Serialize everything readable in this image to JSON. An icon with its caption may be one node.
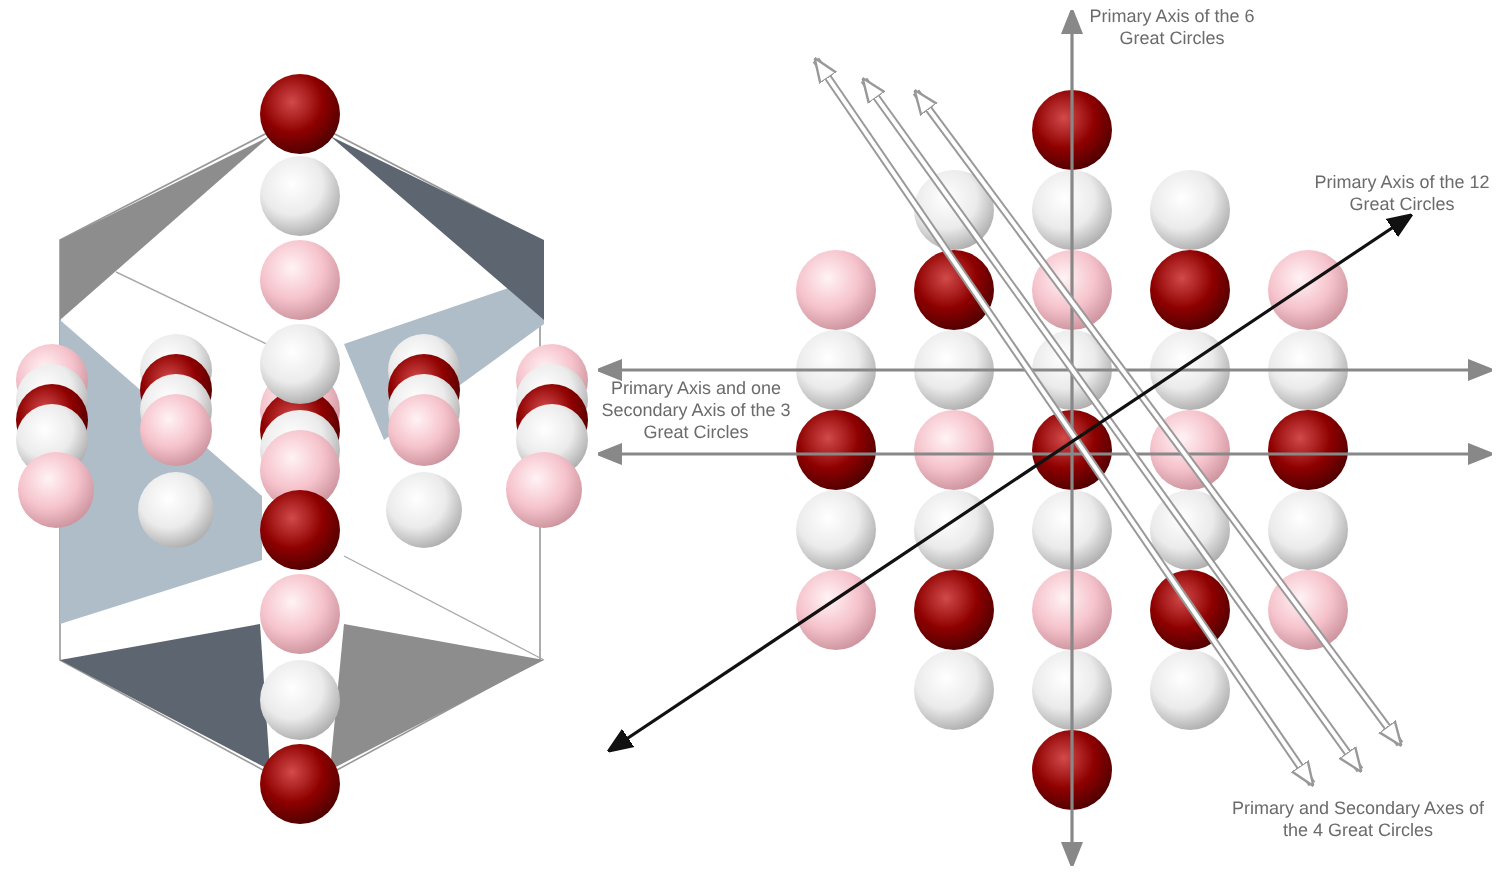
{
  "diagram": {
    "labels": [
      "Primary Axis of the 6 Great Circles",
      "Primary Axis of the 12 Great Circles",
      "Primary Axis and one Secondary Axis of the 3 Great Circles",
      "Primary and Secondary Axes of the 4 Great Circles"
    ]
  }
}
